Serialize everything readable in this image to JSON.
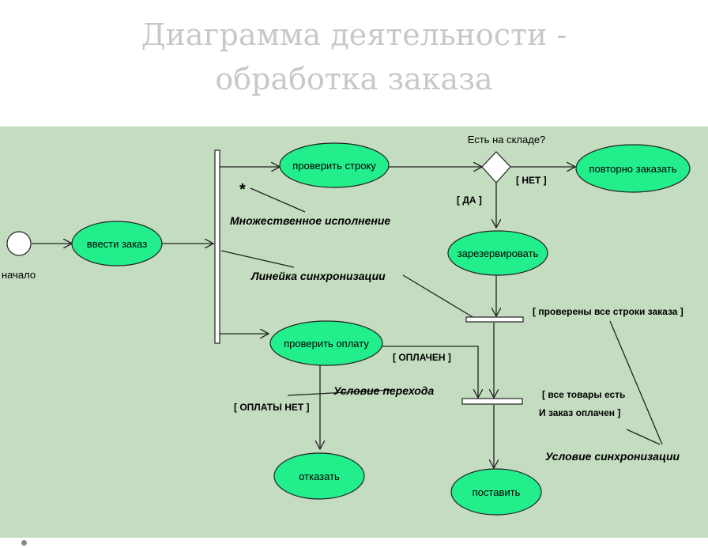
{
  "title": {
    "line1": "Диаграмма деятельности -",
    "line2": "обработка заказа"
  },
  "diagram": {
    "start_label": "начало",
    "activities": {
      "enter_order": "ввести заказ",
      "check_line": "проверить строку",
      "check_payment": "проверить оплату",
      "reserve": "зарезервировать",
      "reorder": "повторно заказать",
      "refuse": "отказать",
      "deliver": "поставить"
    },
    "decision_label": "Есть на складе?",
    "guards": {
      "no": "[ НЕТ ]",
      "yes": "[ ДА ]",
      "paid": "[ ОПЛАЧЕН ]",
      "not_paid": "[ ОПЛАТЫ НЕТ ]",
      "all_lines_checked": "[ проверены все строки заказа ]",
      "all_goods_line1": "[ все товары есть",
      "all_goods_line2": "И заказ оплачен ]"
    },
    "multiplicity": "*",
    "annotations": {
      "multiple_execution": "Множественное исполнение",
      "sync_bar": "Линейка синхронизации",
      "transition_condition": "Условие перехода",
      "sync_condition": "Условие синхронизации"
    },
    "colors": {
      "background": "#c4dcc0",
      "activity_fill": "#22ee8c",
      "line": "#222222",
      "title_text": "#c8c8c8"
    }
  }
}
